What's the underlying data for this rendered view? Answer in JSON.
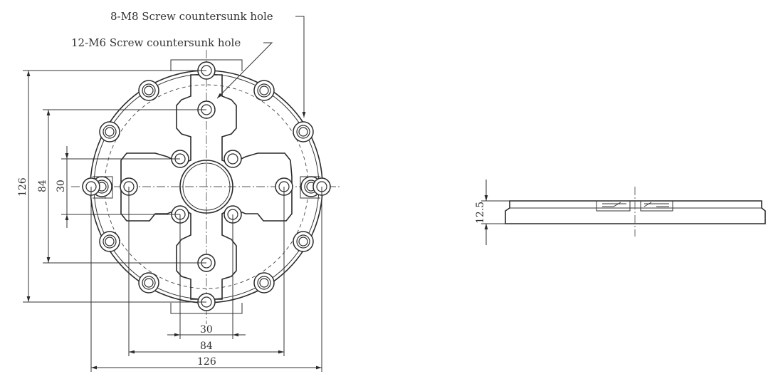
{
  "callouts": {
    "m8": "8-M8 Screw countersunk hole",
    "m6": "12-M6 Screw countersunk hole"
  },
  "dimensions": {
    "vertical_outer": "126",
    "vertical_mid": "84",
    "vertical_inner": "30",
    "horizontal_inner": "30",
    "horizontal_mid": "84",
    "horizontal_outer": "126",
    "side_thickness": "12.5"
  },
  "colors": {
    "line": "#2a2a2a",
    "background": "#ffffff"
  }
}
